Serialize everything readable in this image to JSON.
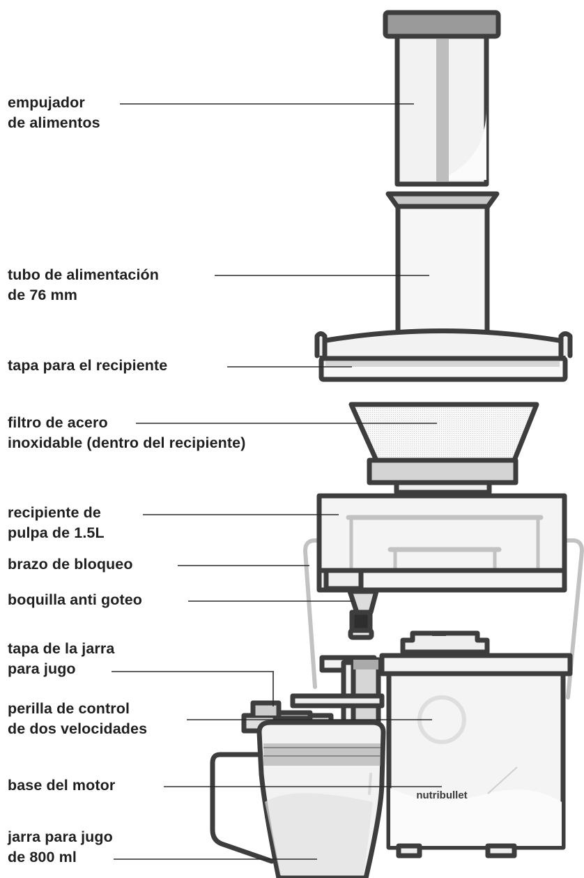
{
  "labels": [
    {
      "key": "food_pusher",
      "lines": [
        "empujador",
        "de alimentos"
      ]
    },
    {
      "key": "feed_tube",
      "lines": [
        "tubo de alimentación",
        "de 76 mm"
      ]
    },
    {
      "key": "bowl_lid",
      "lines": [
        "tapa para el recipiente"
      ]
    },
    {
      "key": "filter",
      "lines": [
        "filtro de acero",
        "inoxidable (dentro del recipiente)"
      ]
    },
    {
      "key": "pulp_bin",
      "lines": [
        "recipiente de",
        "pulpa de 1.5L"
      ]
    },
    {
      "key": "locking_arm",
      "lines": [
        "brazo de bloqueo"
      ]
    },
    {
      "key": "spout",
      "lines": [
        "boquilla anti goteo"
      ]
    },
    {
      "key": "jug_lid",
      "lines": [
        "tapa de la jarra",
        "para jugo"
      ]
    },
    {
      "key": "speed_knob",
      "lines": [
        "perilla de control",
        "de dos velocidades"
      ]
    },
    {
      "key": "motor_base",
      "lines": [
        "base del motor"
      ]
    },
    {
      "key": "juice_jug",
      "lines": [
        "jarra para jugo",
        "de 800 ml"
      ]
    }
  ],
  "brand": "nutribullet",
  "colors": {
    "outline": "#3d3d3d",
    "fill": "#eeeeee",
    "light": "#f6f6f6",
    "mid": "#c8c8c8",
    "dark": "#8e8e8e"
  }
}
